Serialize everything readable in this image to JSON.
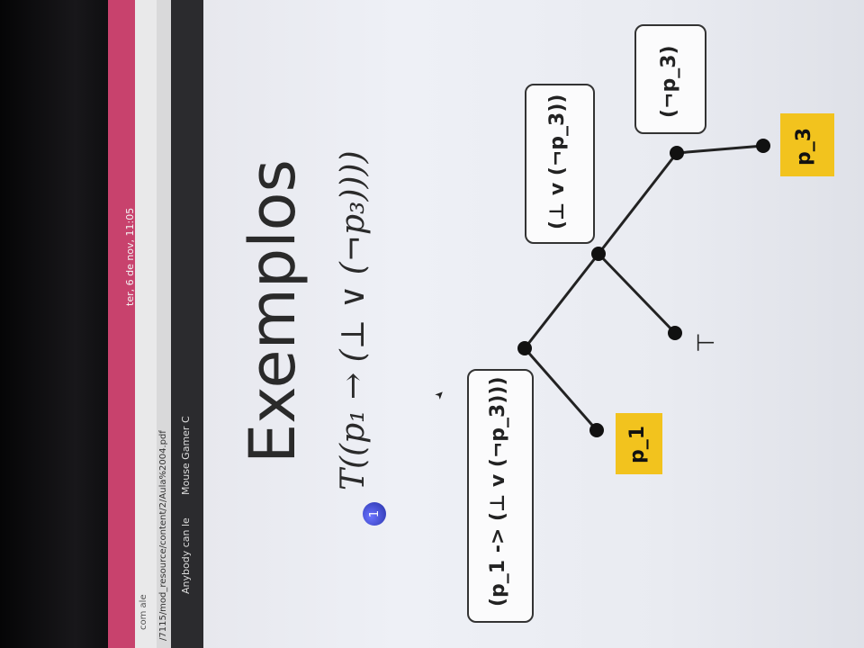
{
  "system_bar": {
    "clock": "ter, 6 de nov, 11:05"
  },
  "browser": {
    "tab_title": "com ale",
    "url": "/7115/mod_resource/content/2/Aula%2004.pdf",
    "bookmarks": [
      "Anybody can le",
      "Mouse Gamer C"
    ]
  },
  "slide": {
    "title": "Exemplos",
    "bullet_number": "1",
    "formula": "T((p₁ → (⊥ ∨ (¬p₃))))",
    "tree": {
      "root_label": "(p_1 -> (⊥ v (¬p_3)))",
      "left_leaf": "p_1",
      "mid_label": "(⊥ v (¬p_3))",
      "bottom_symbol": "⊤",
      "neg_label": "(¬p_3)",
      "right_leaf": "p_3"
    }
  },
  "colors": {
    "topbar": "#c8426d",
    "bullet": "#3a45d6",
    "leaf": "#f2c31e"
  }
}
